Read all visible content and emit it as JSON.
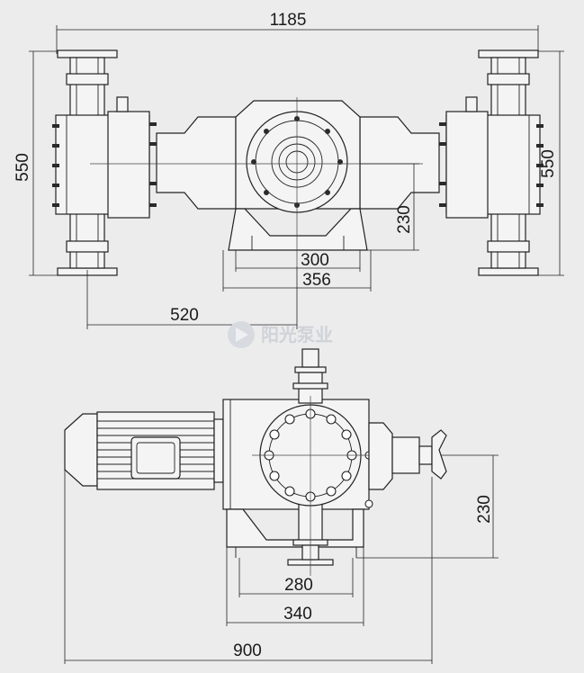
{
  "top_view": {
    "dims": {
      "overall_width": "1185",
      "left_height": "550",
      "right_height": "550",
      "shaft_height": "230",
      "foot_inner": "300",
      "foot_outer": "356",
      "centre_offset": "520"
    }
  },
  "watermark": {
    "text": "阳光泵业"
  },
  "side_view": {
    "dims": {
      "shaft_height": "230",
      "foot_inner": "280",
      "foot_outer": "340",
      "overall_length": "900"
    }
  }
}
